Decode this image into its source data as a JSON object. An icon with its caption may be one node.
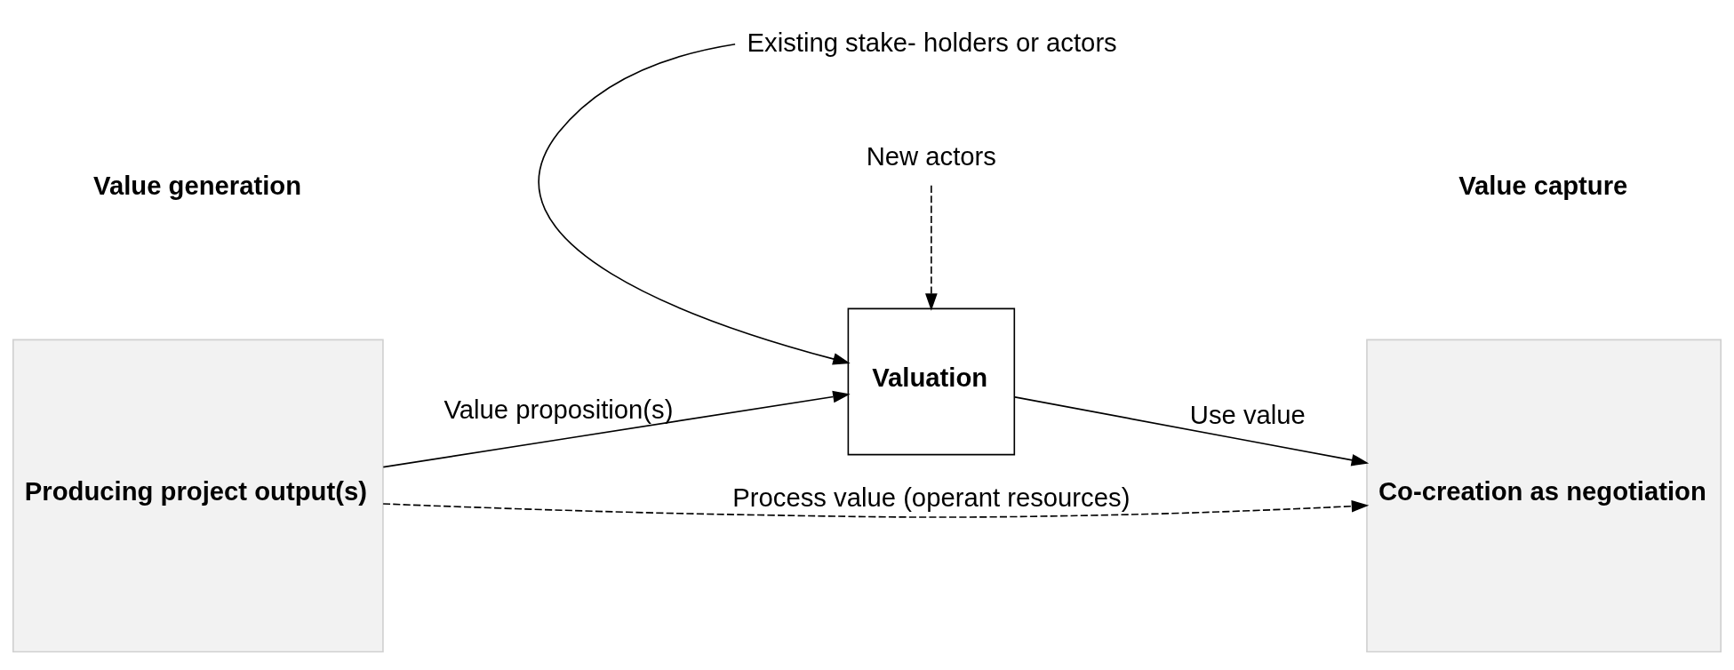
{
  "diagram": {
    "nodes": [
      {
        "text": [
          "Producing project output(s)"
        ]
      },
      {
        "text": [
          "Valuation"
        ]
      },
      {
        "text": [
          "Co-creation as negotiation"
        ]
      },
      {
        "text": [
          "Existing stake- holders or actors"
        ]
      },
      {
        "text": [
          "New actors"
        ]
      }
    ],
    "edges": [
      {
        "from": 0,
        "to": 2,
        "arrow": "to",
        "label": "Process value (operant resources)",
        "style": "dashed"
      },
      {
        "from": 0,
        "to": 1,
        "arrow": "to",
        "label": "Value proposition(s)"
      },
      {
        "from": 1,
        "to": 2,
        "arrow": "to",
        "label": "Use value"
      },
      {
        "from": 3,
        "to": 1,
        "arrow": "to"
      },
      {
        "from": 4,
        "to": 1,
        "arrow": "to",
        "style": "dashed"
      }
    ],
    "labels": [
      "Value generation",
      "Value capture"
    ]
  }
}
